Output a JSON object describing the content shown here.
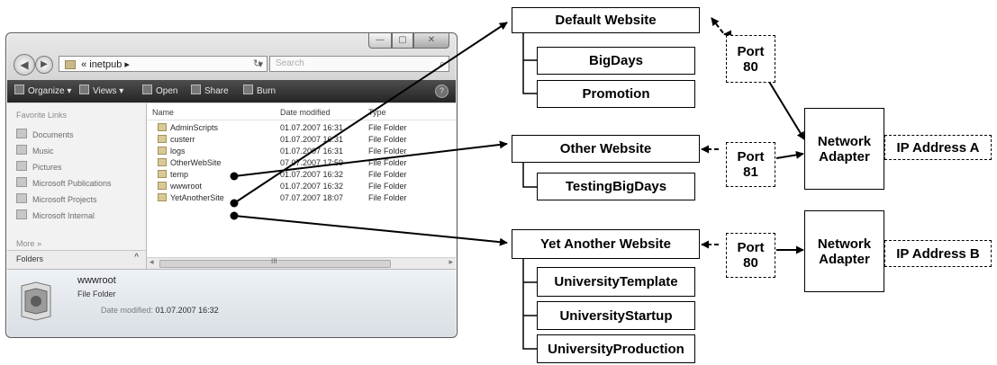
{
  "explorer": {
    "window_buttons": {
      "minimize": "—",
      "maximize": "▢",
      "close": "✕"
    },
    "address": {
      "prefix": "«",
      "location": "inetpub",
      "chevron": "▸"
    },
    "search_placeholder": "Search",
    "toolbar": {
      "organize": "Organize ▾",
      "views": "Views ▾",
      "open": "Open",
      "share": "Share",
      "burn": "Burn"
    },
    "favorite_links_heading": "Favorite Links",
    "favorite_links": [
      "Documents",
      "Music",
      "Pictures",
      "Microsoft Publications",
      "Microsoft Projects",
      "Microsoft Internal"
    ],
    "more": "More »",
    "folders_label": "Folders",
    "folders_chevron": "^",
    "columns": {
      "name": "Name",
      "date": "Date modified",
      "type": "Type"
    },
    "files": [
      {
        "name": "AdminScripts",
        "date": "01.07.2007 16:31",
        "type": "File Folder"
      },
      {
        "name": "custerr",
        "date": "01.07.2007 16:31",
        "type": "File Folder"
      },
      {
        "name": "logs",
        "date": "01.07.2007 16:31",
        "type": "File Folder"
      },
      {
        "name": "OtherWebSite",
        "date": "07.07.2007 17:59",
        "type": "File Folder"
      },
      {
        "name": "temp",
        "date": "01.07.2007 16:32",
        "type": "File Folder"
      },
      {
        "name": "wwwroot",
        "date": "01.07.2007 16:32",
        "type": "File Folder"
      },
      {
        "name": "YetAnotherSite",
        "date": "07.07.2007 18:07",
        "type": "File Folder"
      }
    ],
    "scroll_grip": "III",
    "details": {
      "name": "wwwroot",
      "type": "File Folder",
      "date_label": "Date modified:",
      "date_value": "01.07.2007 16:32"
    }
  },
  "diagram": {
    "sites": [
      {
        "name": "Default Website",
        "apps": [
          "BigDays",
          "Promotion"
        ]
      },
      {
        "name": "Other Website",
        "apps": [
          "TestingBigDays"
        ]
      },
      {
        "name": "Yet Another Website",
        "apps": [
          "UniversityTemplate",
          "UniversityStartup",
          "UniversityProduction"
        ]
      }
    ],
    "ports": [
      {
        "label": "Port",
        "number": "80"
      },
      {
        "label": "Port",
        "number": "81"
      },
      {
        "label": "Port",
        "number": "80"
      }
    ],
    "adapters": [
      {
        "line1": "Network",
        "line2": "Adapter",
        "ip": "IP Address A"
      },
      {
        "line1": "Network",
        "line2": "Adapter",
        "ip": "IP Address B"
      }
    ]
  }
}
